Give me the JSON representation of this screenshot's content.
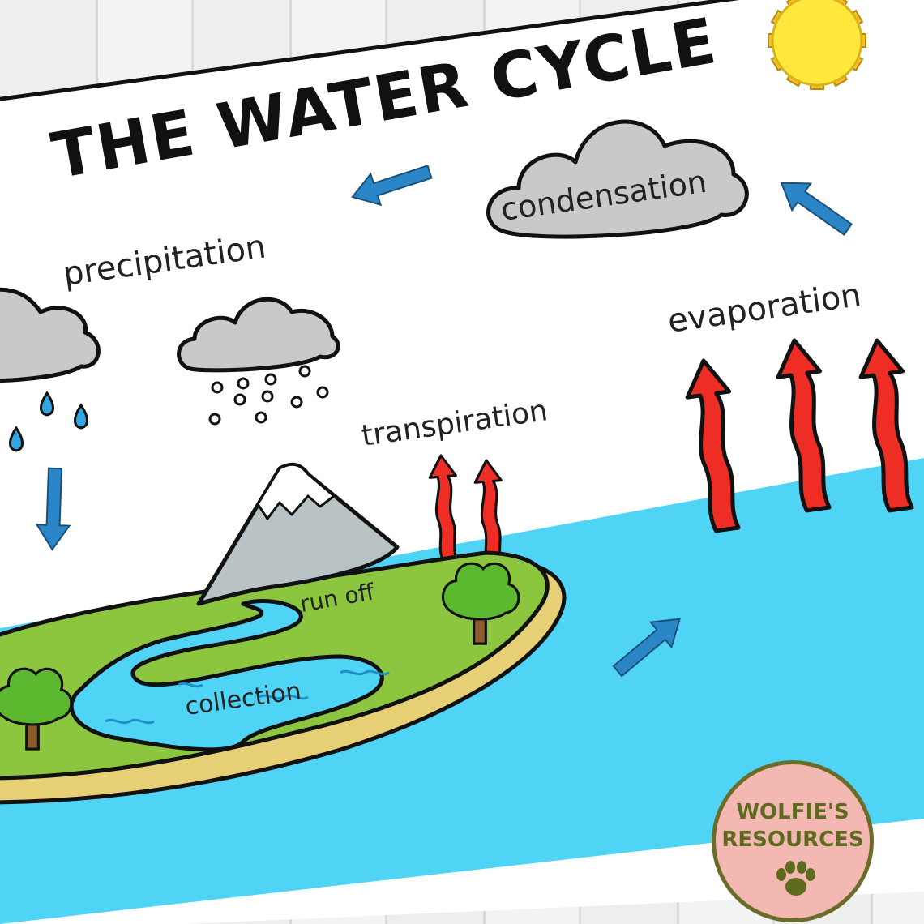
{
  "diagram": {
    "title": "THE WATER CYCLE",
    "labels": {
      "condensation": "condensation",
      "precipitation": "precipitation",
      "evaporation": "evaporation",
      "transpiration": "transpiration",
      "run_off": "run off",
      "collection": "collection"
    },
    "colors": {
      "water": "#4fd4f5",
      "land": "#8cc63f",
      "sand": "#e6cf74",
      "mountain": "#b9c3c5",
      "cloud": "#c9c9c9",
      "blue_arrow": "#2b86c8",
      "red_arrow": "#ee2e24",
      "sun": "#ffe83b",
      "sun_rays": "#f7bf2c"
    },
    "icons": [
      "sun-icon",
      "cloud-icon",
      "raindrop-icon",
      "snow-icon",
      "tree-icon",
      "paw-icon"
    ]
  },
  "badge": {
    "line1": "WOLFIE'S",
    "line2": "RESOURCES"
  }
}
